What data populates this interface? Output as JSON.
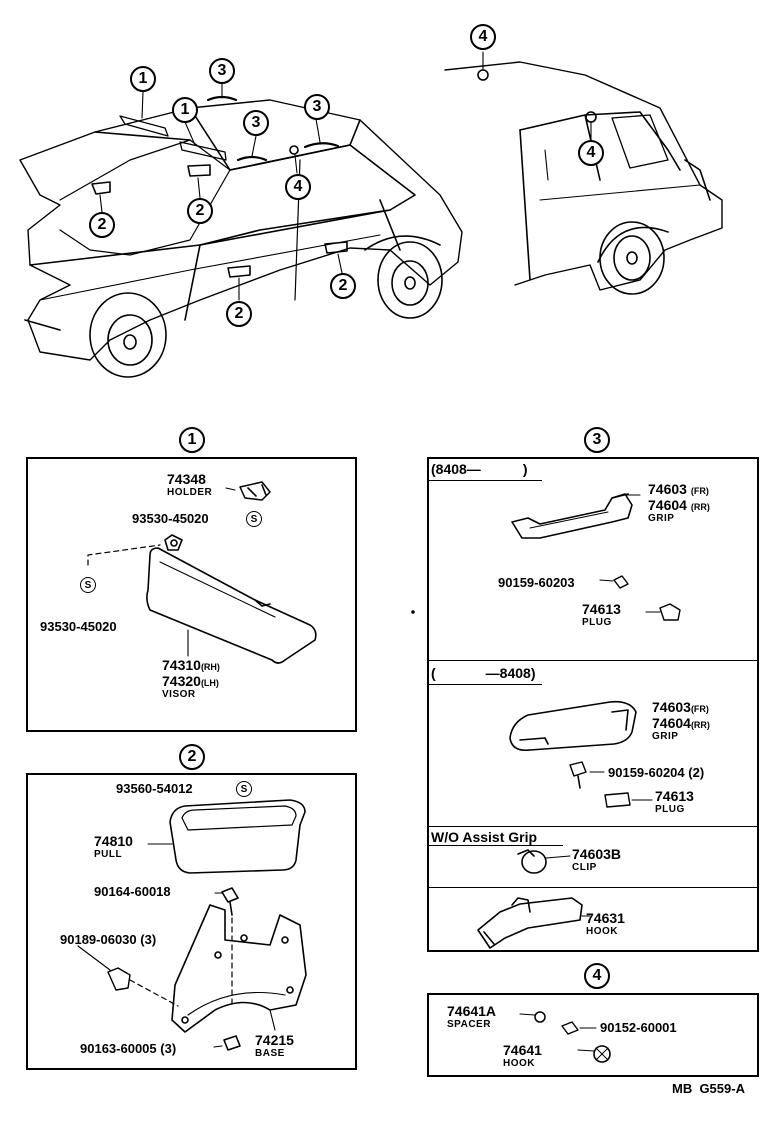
{
  "callouts": {
    "c1": "1",
    "c2": "2",
    "c3": "3",
    "c4": "4",
    "s": "S"
  },
  "section1": {
    "holder_no": "74348",
    "holder_name": "HOLDER",
    "screw_no_top": "93530-45020",
    "screw_no_left": "93530-45020",
    "visor_rh_no": "74310",
    "visor_rh_tag": "(RH)",
    "visor_lh_no": "74320",
    "visor_lh_tag": "(LH)",
    "visor_name": "VISOR"
  },
  "section2": {
    "screw_top": "93560-54012",
    "pull_no": "74810",
    "pull_name": "PULL",
    "bolt1": "90164-60018",
    "nut": "90189-06030",
    "nut_qty": "(3)",
    "bolt2": "90163-60005",
    "bolt2_qty": "(3)",
    "base_no": "74215",
    "base_name": "BASE"
  },
  "section3": {
    "hdr_a": "(8408—",
    "hdr_a_close": ")",
    "grip_fr_no": "74603",
    "grip_fr_tag": "(FR)",
    "grip_rr_no": "74604",
    "grip_rr_tag": "(RR)",
    "grip_name": "GRIP",
    "screw_a": "90159-60203",
    "plug_no": "74613",
    "plug_name": "PLUG",
    "hdr_b": "(",
    "hdr_b_end": "—8408)",
    "grip2_fr_no": "74603",
    "grip2_fr_tag": "(FR)",
    "grip2_rr_no": "74604",
    "grip2_rr_tag": "(RR)",
    "grip2_name": "GRIP",
    "screw_b": "90159-60204",
    "screw_b_qty": "(2)",
    "plug2_no": "74613",
    "plug2_name": "PLUG",
    "hdr_c": "W/O Assist Grip",
    "clip_no": "74603B",
    "clip_name": "CLIP",
    "hook_no": "74631",
    "hook_name": "HOOK"
  },
  "section4": {
    "spacer_no": "74641A",
    "spacer_name": "SPACER",
    "screw": "90152-60001",
    "hook_no": "74641",
    "hook_name": "HOOK"
  },
  "footer": {
    "code": "MB  G559-A"
  }
}
